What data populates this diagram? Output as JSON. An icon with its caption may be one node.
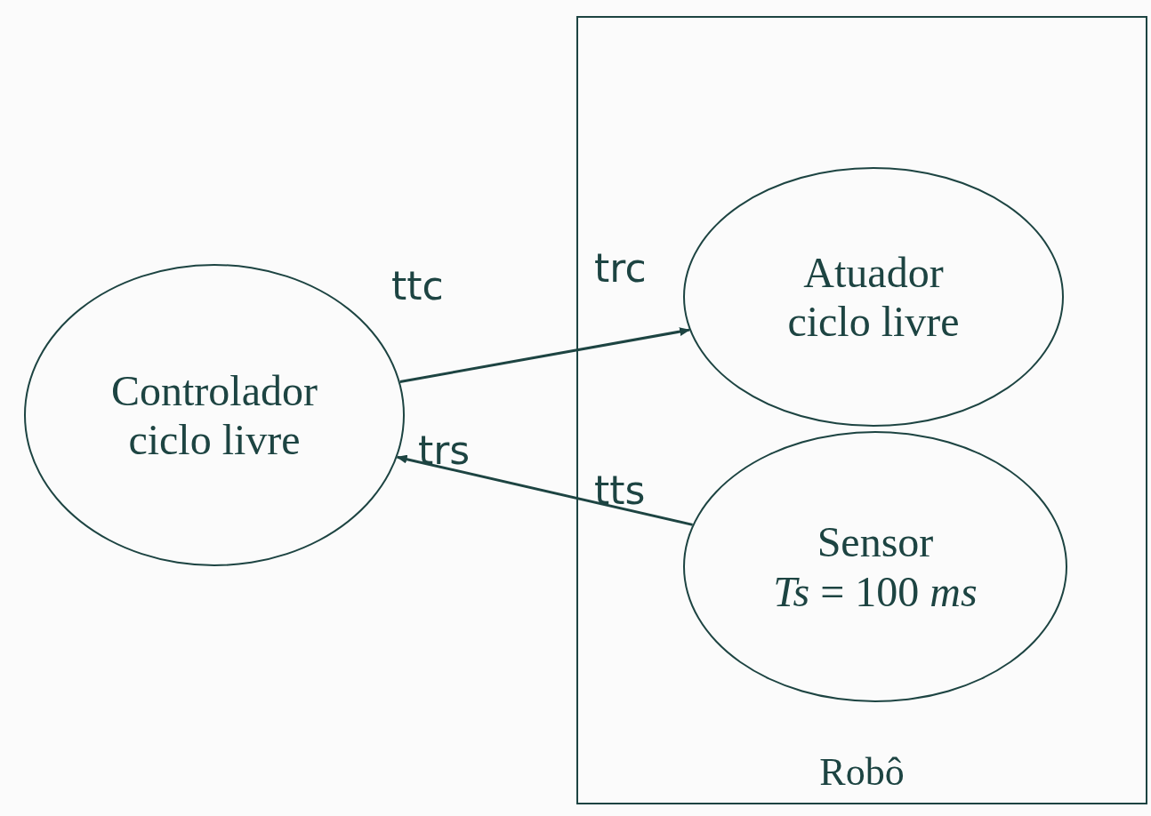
{
  "diagram": {
    "nodes": [
      {
        "text": [
          "Controlador ciclo livre"
        ]
      },
      {
        "text": [
          "Robô"
        ]
      },
      {
        "text": [
          "Atuador ciclo livre"
        ],
        "in": 1
      },
      {
        "text": [
          "Sensor",
          "*Ts* = 100 *ms*"
        ],
        "in": 1
      }
    ],
    "edges": [
      {
        "from": 0,
        "to": 2,
        "arrow": "to"
      },
      {
        "from": 3,
        "to": 0,
        "arrow": "to"
      }
    ],
    "labels": [
      "ttc",
      "trc",
      "trs",
      "tts"
    ]
  }
}
